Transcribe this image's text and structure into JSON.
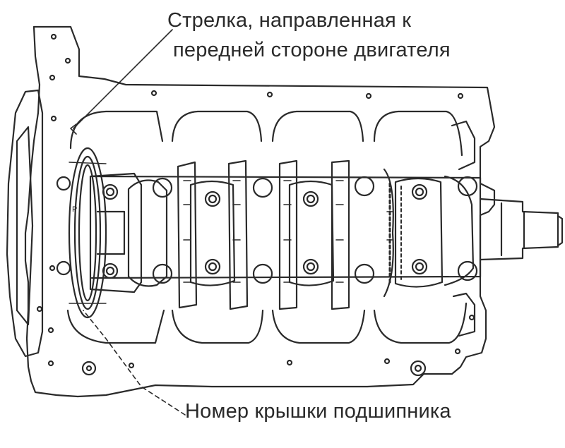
{
  "labels": {
    "front_arrow_line1": "Стрелка, направленная к",
    "front_arrow_line2": "передней стороне двигателя",
    "bearing_cap_number": "Номер крышки подшипника"
  },
  "colors": {
    "ink": "#2a2a2a",
    "paper": "#ffffff",
    "shade": "#9a9a9a"
  }
}
